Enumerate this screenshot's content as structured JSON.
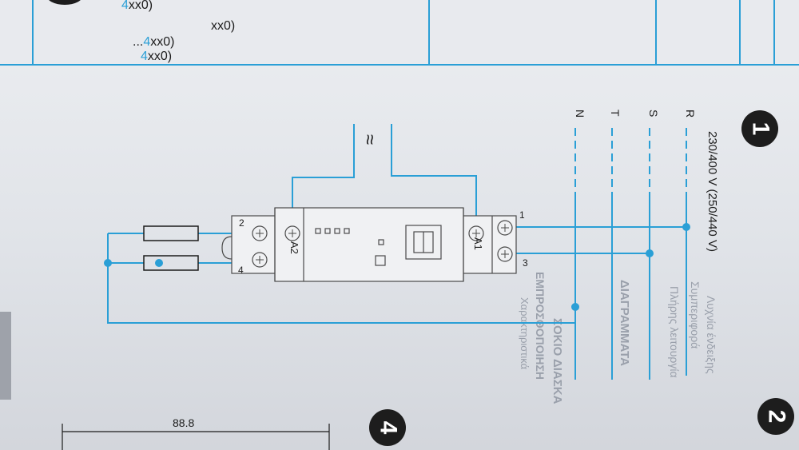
{
  "header_fragments": {
    "line1": "xx0)",
    "line2_prefix": "...",
    "line2_blue": "4",
    "line2_suffix": "xx0)",
    "line3_blue": "4",
    "line3_suffix": "xx0)",
    "line4_blue": "4",
    "line4_suffix": "xx0)"
  },
  "step_badges": {
    "first": "1",
    "second": "2",
    "third": "4"
  },
  "voltage_label": "230/400 V (250/440 V)",
  "phase_labels": {
    "r": "R",
    "s": "S",
    "t": "T",
    "n": "N"
  },
  "control_symbol": "≈",
  "terminals": {
    "t1": "1",
    "t2": "2",
    "t3": "3",
    "t4": "4",
    "a1": "A1",
    "a2": "A2"
  },
  "dimension_label": "88.8",
  "faint_text": [
    "Λυχνία ένδειξης",
    "Συμπεριφορά",
    "Πλήρης λειτουργία",
    "ΔΙΑΓΡΑΜΜΑΤΑ",
    "ΣΟΚΙΟ ΔΙΑΣΚΑ",
    "ΕΜΠΡΟΣΘΟΠΟΙΗΣΗ",
    "Χαρακτηριστικά"
  ],
  "colors": {
    "accent": "#2a9fd6",
    "ink": "#1c1c1c",
    "paper": "#e6e8ec"
  }
}
